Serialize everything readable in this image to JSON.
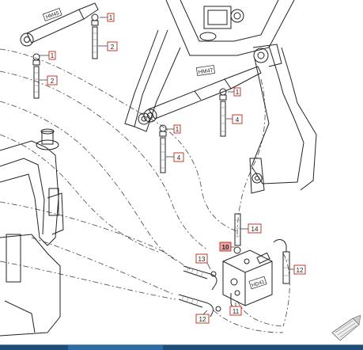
{
  "callouts": [
    {
      "id": "c1a",
      "text": "1"
    },
    {
      "id": "c1b",
      "text": "1"
    },
    {
      "id": "c1c",
      "text": "1"
    },
    {
      "id": "c1d",
      "text": "1"
    },
    {
      "id": "c2a",
      "text": "2"
    },
    {
      "id": "c2b",
      "text": "2"
    },
    {
      "id": "c4a",
      "text": "4"
    },
    {
      "id": "c4b",
      "text": "4"
    },
    {
      "id": "c10",
      "text": "10"
    },
    {
      "id": "c11",
      "text": "11"
    },
    {
      "id": "c12a",
      "text": "12"
    },
    {
      "id": "c12b",
      "text": "12"
    },
    {
      "id": "c13",
      "text": "13"
    },
    {
      "id": "c14",
      "text": "14"
    }
  ],
  "part_markings": {
    "cylinder_left": "HM45",
    "cylinder_right": "HM47",
    "valve_block": "HD41"
  },
  "colors": {
    "callout_border": "#c0392b",
    "callout_highlight": "#e8a7a7",
    "bottom_bar": "#1f4d78"
  },
  "icons": {
    "corner_widget": "hatched-arrow-icon"
  }
}
